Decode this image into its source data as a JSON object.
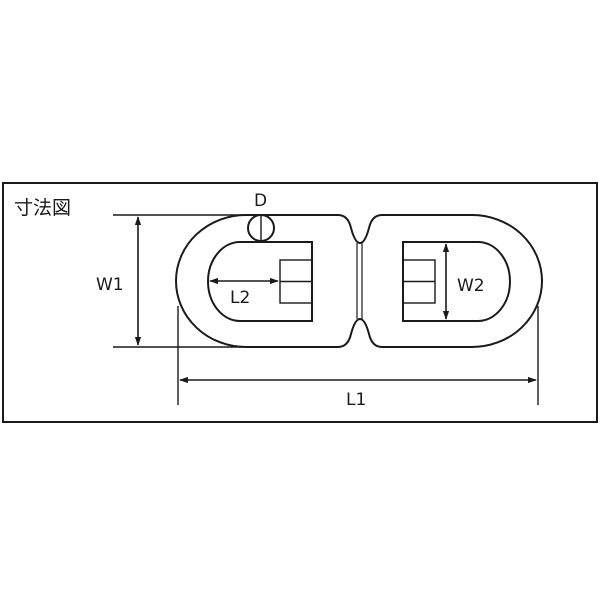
{
  "diagram": {
    "title": "寸法図",
    "labels": {
      "d": "D",
      "w1": "W1",
      "w2": "W2",
      "l1": "L1",
      "l2": "L2"
    },
    "colors": {
      "line": "#1a1a1a",
      "background": "#ffffff"
    }
  }
}
